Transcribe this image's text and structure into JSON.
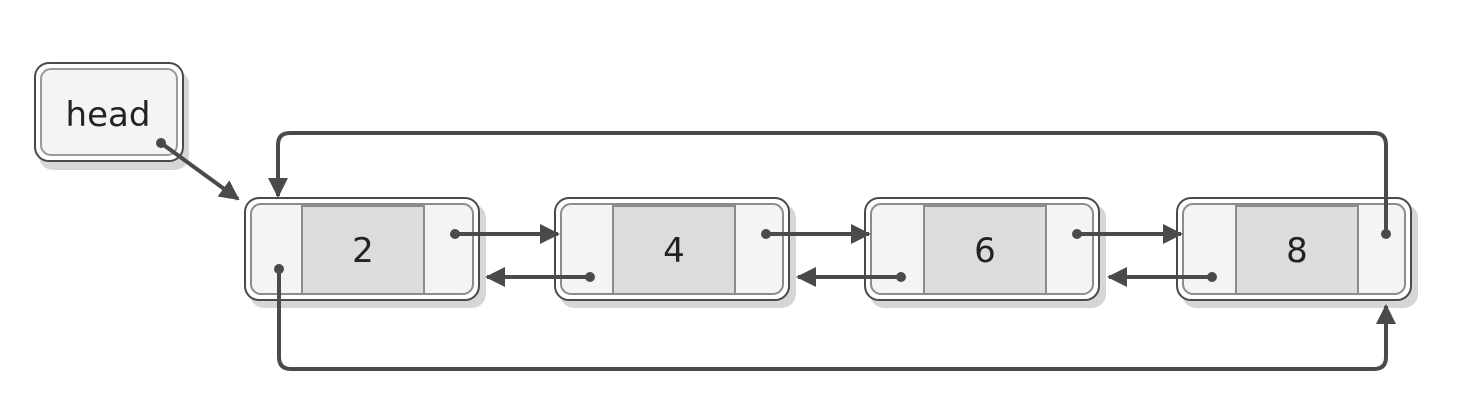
{
  "head": {
    "label": "head"
  },
  "nodes": [
    {
      "value": "2"
    },
    {
      "value": "4"
    },
    {
      "value": "6"
    },
    {
      "value": "8"
    }
  ],
  "colors": {
    "stroke": "#4a4a4a",
    "box_fill": "#f3f4f4",
    "value_fill": "#dcdcdc",
    "shadow": "#d6d6d6",
    "text": "#222222"
  }
}
